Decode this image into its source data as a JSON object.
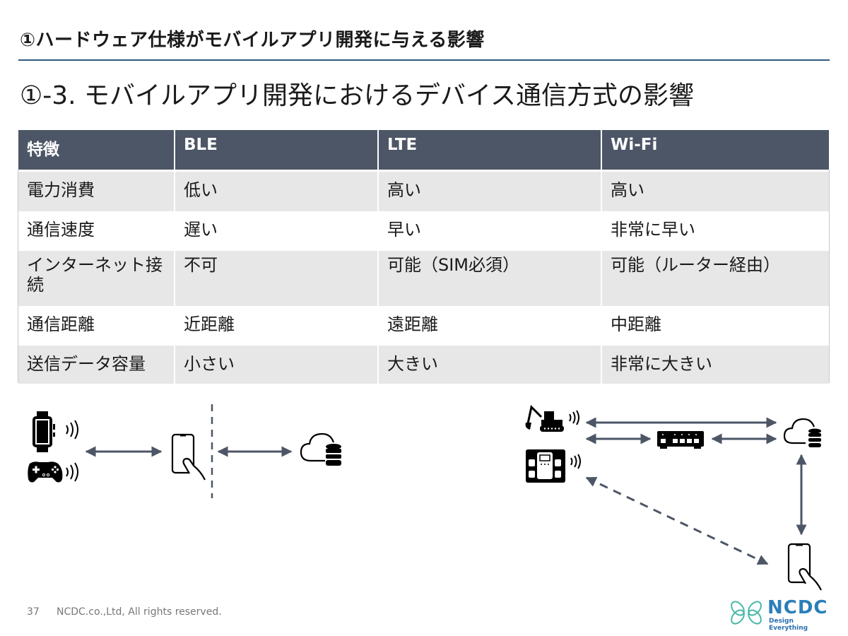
{
  "header": {
    "section_title": "①ハードウェア仕様がモバイルアプリ開発に与える影響",
    "slide_title": "①-3. モバイルアプリ開発におけるデバイス通信方式の影響"
  },
  "table": {
    "columns": [
      "特徴",
      "BLE",
      "LTE",
      "Wi-Fi"
    ],
    "rows": [
      [
        "電力消費",
        "低い",
        "高い",
        "高い"
      ],
      [
        "通信速度",
        "遅い",
        "早い",
        "非常に早い"
      ],
      [
        "インターネット接続",
        "不可",
        "可能（SIM必須）",
        "可能（ルーター経由）"
      ],
      [
        "通信距離",
        "近距離",
        "遠距離",
        "中距離"
      ],
      [
        "送信データ容量",
        "小さい",
        "大きい",
        "非常に大きい"
      ]
    ]
  },
  "diagrams": {
    "ble": {
      "nodes": [
        "smartwatch-icon",
        "game-controller-icon",
        "smartphone-icon",
        "cloud-database-icon"
      ],
      "connections": [
        "wearables-to-phone",
        "phone-to-cloud"
      ]
    },
    "wifi": {
      "nodes": [
        "excavator-icon",
        "body-scale-icon",
        "router-icon",
        "cloud-database-icon",
        "smartphone-icon"
      ],
      "connections": [
        "excavator-to-cloud",
        "excavator-to-router",
        "router-to-cloud",
        "cloud-to-phone",
        "scale-to-phone-dashed"
      ]
    },
    "arrow_color": "#4d5666"
  },
  "footer": {
    "page_number": "37",
    "copyright": "NCDC.co.,Ltd, All rights reserved."
  },
  "logo": {
    "name": "NCDC",
    "tagline": "Design Everything",
    "colors": [
      "#4bb8a8",
      "#2a7fb8"
    ]
  }
}
